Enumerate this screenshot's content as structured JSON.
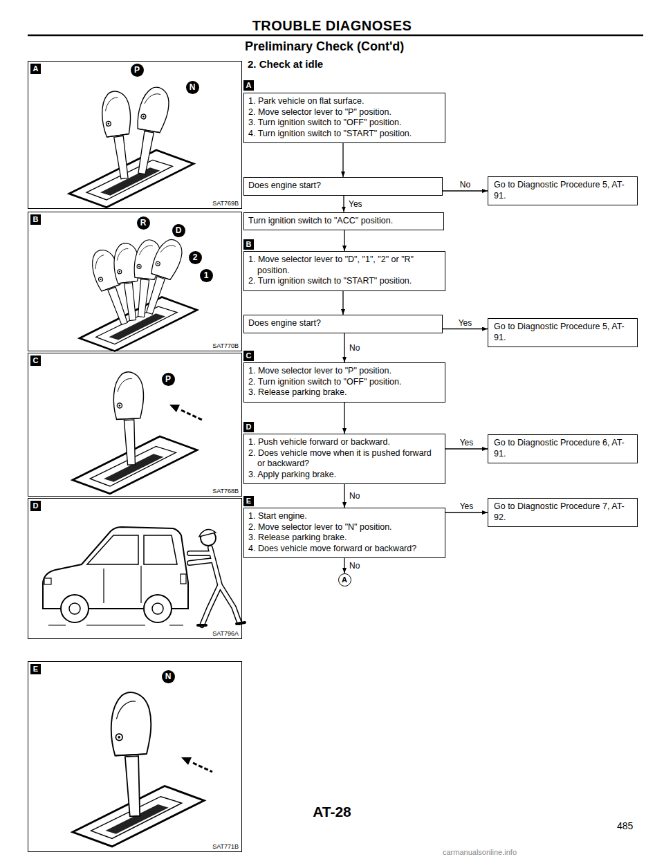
{
  "diagram": {
    "title": "TROUBLE DIAGNOSES",
    "nodes": [
      {
        "text": [
          "A",
          "SAT769B"
        ]
      },
      {
        "text": [
          "B",
          "SAT770B"
        ]
      },
      {
        "text": [
          "C",
          "SAT768B"
        ]
      },
      {
        "text": [
          "D",
          "SAT796A"
        ]
      },
      {
        "text": [
          "E",
          "SAT771B"
        ]
      },
      {
        "text": [
          "1. Park vehicle on flat surface.",
          "2. Move selector lever to \"P\" position.",
          "3. Turn ignition switch to \"OFF\" position.",
          "4. Turn ignition switch to \"START\" position."
        ]
      },
      {
        "text": [
          "Does engine start?"
        ]
      },
      {
        "text": [
          "Go to Diagnostic Procedure 5, AT-91."
        ]
      },
      {
        "text": [
          "Turn ignition switch to \"ACC\" position."
        ]
      },
      {
        "text": [
          "1. Move selector lever to \"D\", \"1\", \"2\" or \"R\" position.",
          "2. Turn ignition switch to \"START\" position."
        ]
      },
      {
        "text": [
          "Does engine start?"
        ]
      },
      {
        "text": [
          "Go to Diagnostic Procedure 5, AT-91."
        ]
      },
      {
        "text": [
          "1. Move selector lever to \"P\" position.",
          "2. Turn ignition switch to \"OFF\" position.",
          "3. Release parking brake."
        ]
      },
      {
        "text": [
          "1. Push vehicle forward or backward.",
          "2. Does vehicle move when it is pushed forward or backward?",
          "3. Apply parking brake."
        ]
      },
      {
        "text": [
          "Go to Diagnostic Procedure 6, AT-91."
        ]
      },
      {
        "text": [
          "1. Start engine.",
          "2. Move selector lever to \"N\" position.",
          "3. Release parking brake.",
          "4. Does vehicle move forward or backward?"
        ]
      },
      {
        "text": [
          "Go to Diagnostic Procedure 7, AT-92."
        ]
      },
      {
        "text": [
          "A"
        ]
      }
    ],
    "edges": [
      {
        "from": 5,
        "to": 6,
        "arrow": "to"
      },
      {
        "from": 6,
        "to": 7,
        "label": "No",
        "arrow": "to"
      },
      {
        "from": 6,
        "to": 8,
        "label": "Yes",
        "arrow": "to"
      },
      {
        "from": 8,
        "to": 9,
        "arrow": "to"
      },
      {
        "from": 9,
        "to": 10,
        "arrow": "to"
      },
      {
        "from": 10,
        "to": 11,
        "label": "Yes",
        "arrow": "to"
      },
      {
        "from": 10,
        "to": 12,
        "label": "No",
        "arrow": "to"
      },
      {
        "from": 12,
        "to": 13,
        "arrow": "to"
      },
      {
        "from": 13,
        "to": 14,
        "label": "Yes",
        "arrow": "to"
      },
      {
        "from": 13,
        "to": 15,
        "label": "No",
        "arrow": "to"
      },
      {
        "from": 15,
        "to": 16,
        "label": "Yes",
        "arrow": "to"
      },
      {
        "from": 15,
        "to": 17,
        "label": "No",
        "arrow": "to"
      }
    ],
    "labels": [
      "Preliminary Check (Cont'd)",
      "2. Check at idle",
      "A",
      "B",
      "C",
      "D",
      "E",
      "P",
      "N",
      "R",
      "D",
      "2",
      "1",
      "P",
      "N",
      "AT-28",
      "485",
      "carmanualsonline.info"
    ]
  }
}
